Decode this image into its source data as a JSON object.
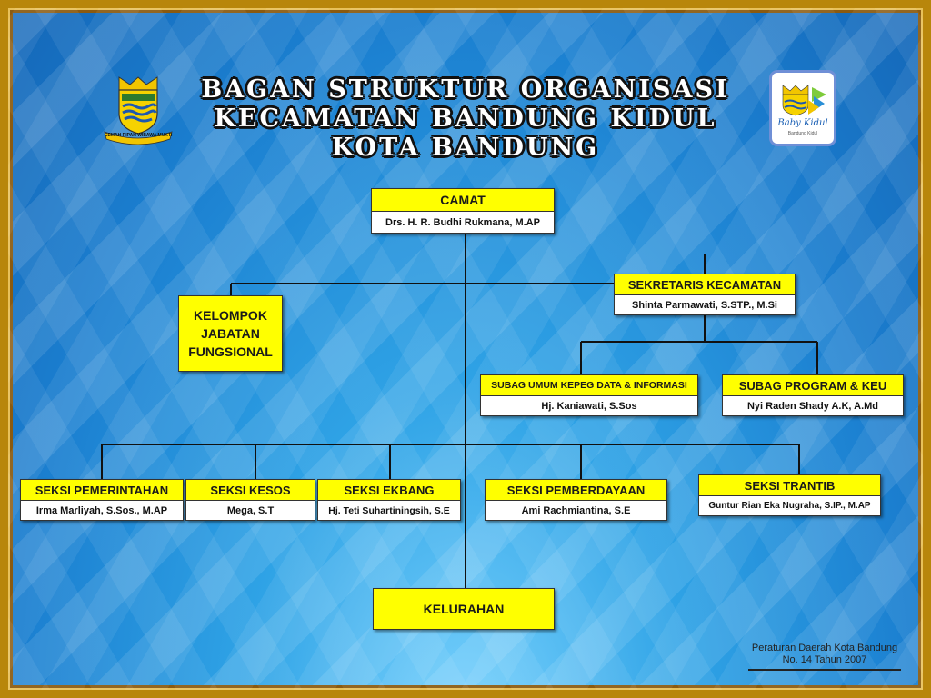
{
  "title": {
    "line1": "BAGAN STRUKTUR ORGANISASI",
    "line2": "KECAMATAN BANDUNG KIDUL",
    "line3": "KOTA BANDUNG"
  },
  "logos": {
    "left_motto": "GEMAH RIPAH WIBAWA MUKTI",
    "right_text": "Baby Kidul",
    "right_subtext": "Bandung Kidul"
  },
  "nodes": {
    "camat": {
      "title": "CAMAT",
      "name": "Drs. H. R. Budhi Rukmana, M.AP"
    },
    "kelompok": {
      "title": "KELOMPOK JABATAN FUNGSIONAL"
    },
    "sekretaris": {
      "title": "SEKRETARIS KECAMATAN",
      "name": "Shinta Parmawati, S.STP., M.Si"
    },
    "subag_umum": {
      "title": "SUBAG UMUM KEPEG DATA & INFORMASI",
      "name": "Hj. Kaniawati, S.Sos"
    },
    "subag_program": {
      "title": "SUBAG PROGRAM & KEU",
      "name": "Nyi Raden Shady A.K, A.Md"
    },
    "seksi_pemerintahan": {
      "title": "SEKSI PEMERINTAHAN",
      "name": "Irma Marliyah, S.Sos., M.AP"
    },
    "seksi_kesos": {
      "title": "SEKSI KESOS",
      "name": "Mega, S.T"
    },
    "seksi_ekbang": {
      "title": "SEKSI EKBANG",
      "name": "Hj. Teti Suhartiningsih, S.E"
    },
    "seksi_pemberdayaan": {
      "title": "SEKSI PEMBERDAYAAN",
      "name": "Ami Rachmiantina, S.E"
    },
    "seksi_trantib": {
      "title": "SEKSI TRANTIB",
      "name": "Guntur Rian Eka Nugraha, S.IP., M.AP"
    },
    "kelurahan": {
      "title": "KELURAHAN"
    }
  },
  "footnote": {
    "line1": "Peraturan Daerah Kota Bandung",
    "line2": "No. 14 Tahun 2007"
  },
  "colors": {
    "header_fill": "#ffff00",
    "name_fill": "#ffffff",
    "connector": "#111111",
    "frame": "#b8860b"
  }
}
